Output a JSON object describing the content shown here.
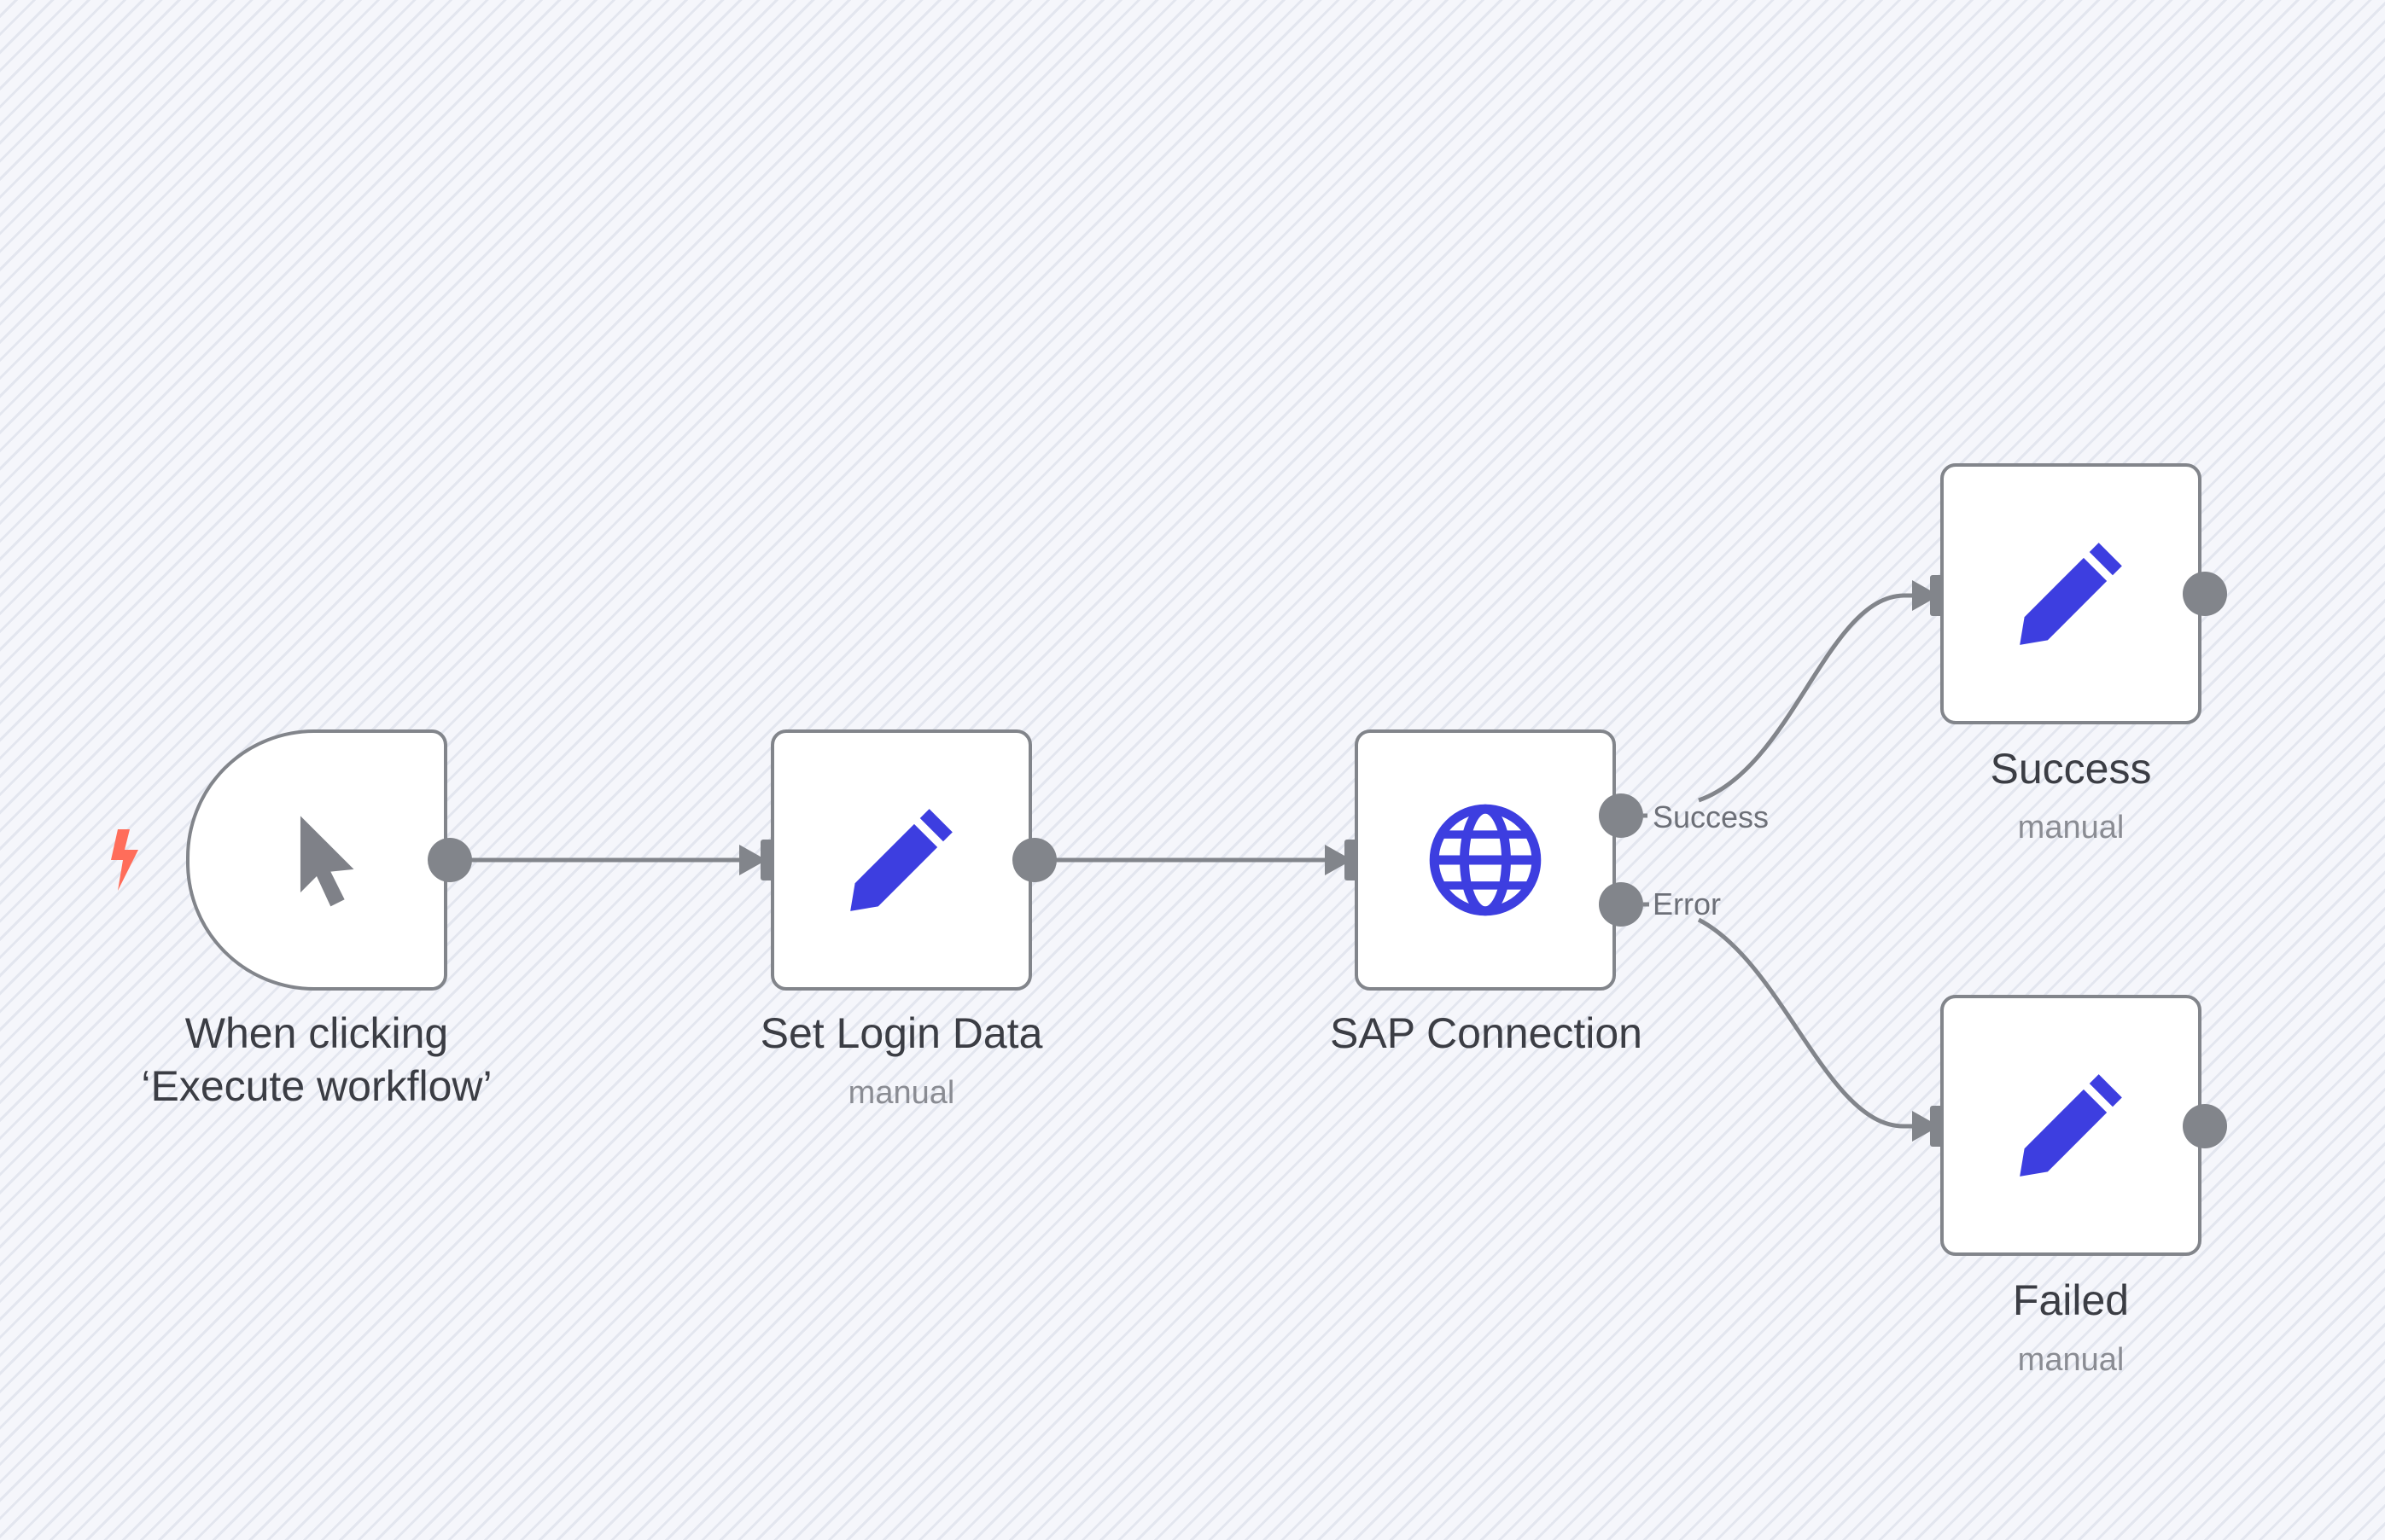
{
  "nodes": {
    "trigger": {
      "title": "When clicking ‘Execute workflow’",
      "icon": "cursor-icon"
    },
    "set_login": {
      "title": "Set Login Data",
      "subtitle": "manual",
      "icon": "pencil-icon"
    },
    "sap": {
      "title": "SAP Connection",
      "icon": "globe-icon",
      "outputs": [
        "Success",
        "Error"
      ]
    },
    "success": {
      "title": "Success",
      "subtitle": "manual",
      "icon": "pencil-icon"
    },
    "failed": {
      "title": "Failed",
      "subtitle": "manual",
      "icon": "pencil-icon"
    }
  },
  "colors": {
    "accent": "#3d3ee0",
    "trigger_bolt": "#ff6d5a",
    "node_border": "#82858b",
    "edge": "#82858b"
  }
}
